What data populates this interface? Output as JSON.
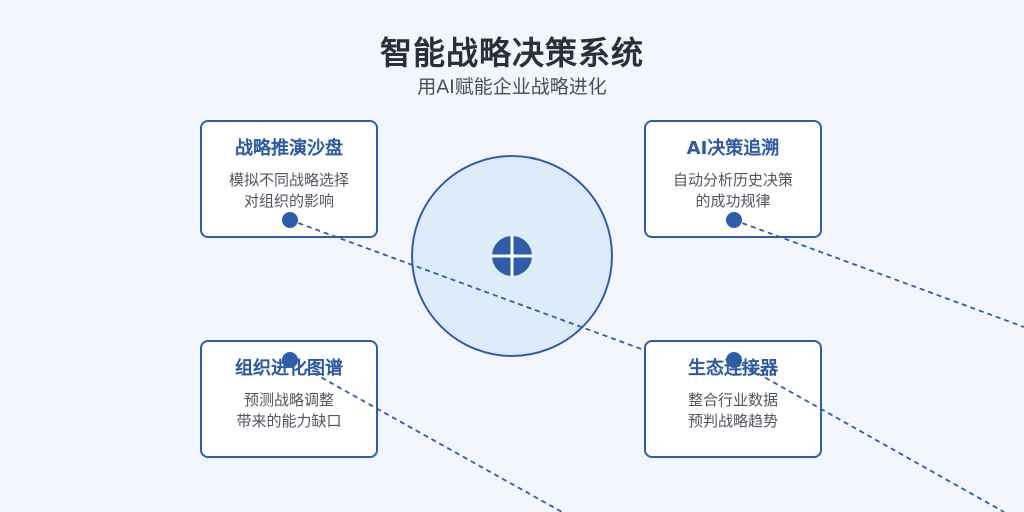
{
  "header": {
    "title": "智能战略决策系统",
    "subtitle": "用AI赋能企业战略进化"
  },
  "cards": [
    {
      "title": "战略推演沙盘",
      "desc": "模拟不同战略选择\n对组织的影响"
    },
    {
      "title": "AI决策追溯",
      "desc": "自动分析历史决策\n的成功规律"
    },
    {
      "title": "组织进化图谱",
      "desc": "预测战略调整\n带来的能力缺口"
    },
    {
      "title": "生态连接器",
      "desc": "整合行业数据\n预判战略趋势"
    }
  ],
  "colors": {
    "accent": "#2f5ea8",
    "hub_fill": "#deebfc",
    "background": "#f3f7fd"
  },
  "icons": {
    "hub": "cross-circle-icon"
  }
}
